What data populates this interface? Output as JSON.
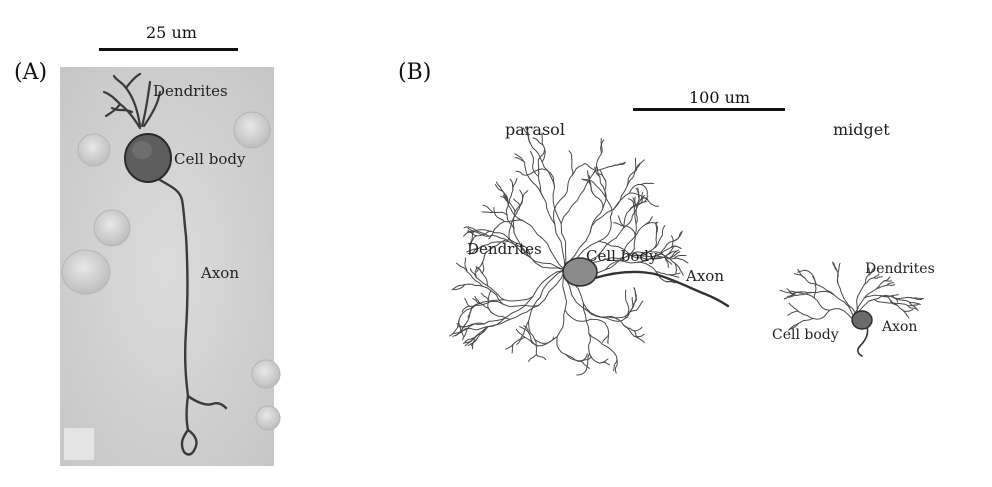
{
  "panel_a": {
    "label": "(A)",
    "scale_bar": "25 um",
    "labels": {
      "dendrites": "Dendrites",
      "cell_body": "Cell body",
      "axon": "Axon"
    }
  },
  "panel_b": {
    "label": "(B)",
    "scale_bar": "100 um",
    "parasol": {
      "title": "parasol",
      "labels": {
        "dendrites": "Dendrites",
        "cell_body": "Cell body",
        "axon": "Axon"
      }
    },
    "midget": {
      "title": "midget",
      "labels": {
        "dendrites": "Dendrites",
        "cell_body": "Cell body",
        "axon": "Axon"
      }
    }
  },
  "colors": {
    "micrograph_bg": "#d3d3d3",
    "neurite": "#3a3a3a",
    "cell_body_fill": "#5e5e5e",
    "drawing_line": "#4a4a4a"
  }
}
